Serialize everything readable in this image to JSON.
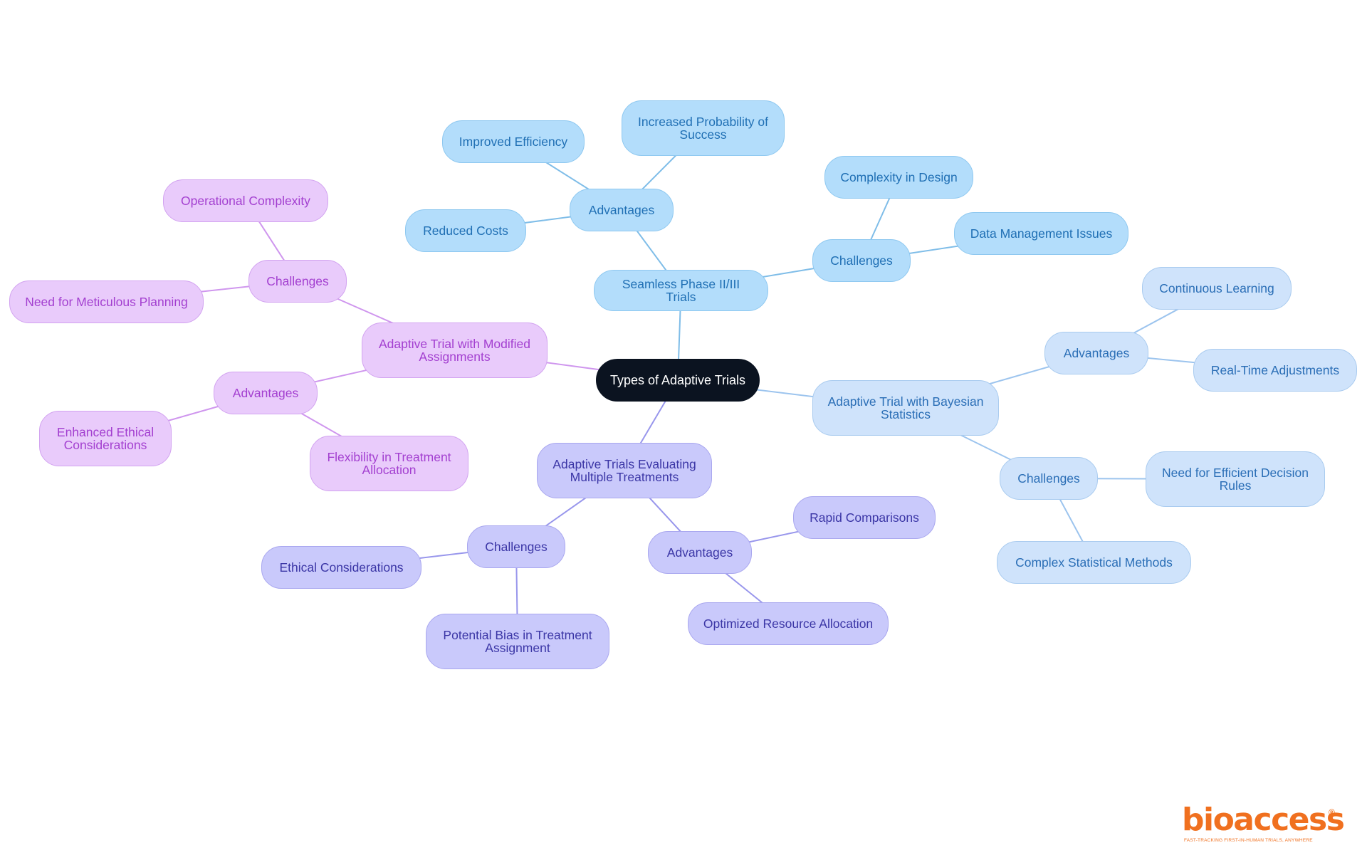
{
  "diagram": {
    "root": "Types of Adaptive Trials",
    "branches": {
      "seamless": {
        "title": "Seamless Phase II/III Trials",
        "advantages_label": "Advantages",
        "advantages": [
          "Improved Efficiency",
          "Increased Probability of Success",
          "Reduced Costs"
        ],
        "challenges_label": "Challenges",
        "challenges": [
          "Complexity in Design",
          "Data Management Issues"
        ]
      },
      "bayesian": {
        "title": "Adaptive Trial with Bayesian Statistics",
        "advantages_label": "Advantages",
        "advantages": [
          "Continuous Learning",
          "Real-Time Adjustments"
        ],
        "challenges_label": "Challenges",
        "challenges": [
          "Need for Efficient Decision Rules",
          "Complex Statistical Methods"
        ]
      },
      "multiple": {
        "title": "Adaptive Trials Evaluating Multiple Treatments",
        "advantages_label": "Advantages",
        "advantages": [
          "Rapid Comparisons",
          "Optimized Resource Allocation"
        ],
        "challenges_label": "Challenges",
        "challenges": [
          "Ethical Considerations",
          "Potential Bias in Treatment Assignment"
        ]
      },
      "modified": {
        "title": "Adaptive Trial with Modified Assignments",
        "advantages_label": "Advantages",
        "advantages": [
          "Enhanced Ethical Considerations",
          "Flexibility in Treatment Allocation"
        ],
        "challenges_label": "Challenges",
        "challenges": [
          "Operational Complexity",
          "Need for Meticulous Planning"
        ]
      }
    },
    "colors": {
      "root": "#0b1320",
      "seamless": "#b3ddfb",
      "bayesian": "#cfe3fb",
      "multiple": "#c9c9fb",
      "modified": "#e9cbfb"
    }
  },
  "logo": {
    "wordmark": "bioaccess",
    "registered": "®",
    "tagline": "FAST-TRACKING FIRST-IN-HUMAN TRIALS, ANYWHERE",
    "color": "#f0701f"
  }
}
